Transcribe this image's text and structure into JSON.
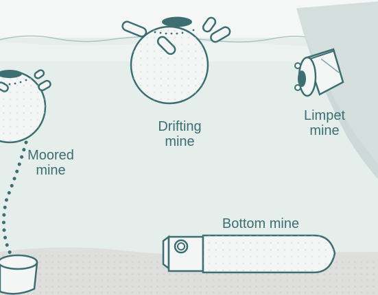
{
  "colors": {
    "water": "#e6eeec",
    "sky": "#f4f7f6",
    "seabed": "#dedfdd",
    "outline": "#3c6d71",
    "dark_fill": "#3d6e72",
    "ship_hull": "#d4dedc",
    "label_text": "#3c6d71"
  },
  "labels": {
    "moored": {
      "line1": "Moored",
      "line2": "mine"
    },
    "drifting": {
      "line1": "Drifting",
      "line2": "mine"
    },
    "limpet": {
      "line1": "Limpet",
      "line2": "mine"
    },
    "bottom": {
      "line1": "Bottom mine"
    }
  },
  "icons": {
    "drifting": "drifting-mine-icon",
    "moored": "moored-mine-icon",
    "anchor": "mine-anchor-icon",
    "limpet": "limpet-mine-icon",
    "bottom": "bottom-mine-icon",
    "ship": "ship-hull-icon"
  }
}
